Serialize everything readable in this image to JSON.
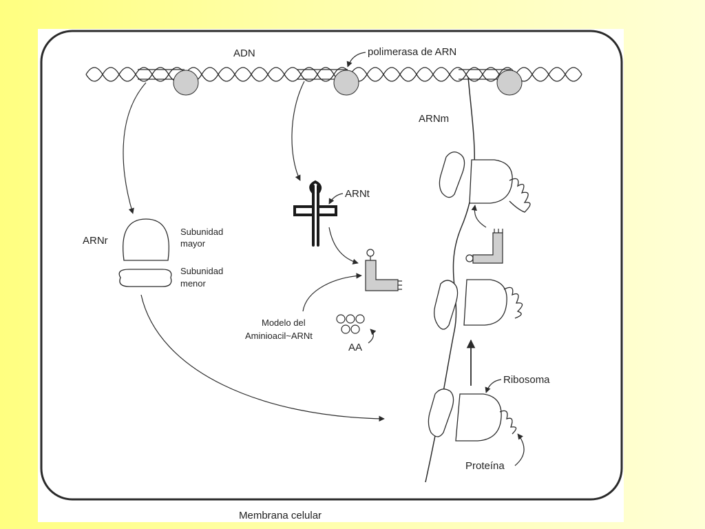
{
  "diagram": {
    "labels": {
      "adn": "ADN",
      "polimerasa": "polimerasa de ARN",
      "arnm": "ARNm",
      "arnt": "ARNt",
      "arnr": "ARNr",
      "subunidad_mayor_l1": "Subunidad",
      "subunidad_mayor_l2": "mayor",
      "subunidad_menor_l1": "Subunidad",
      "subunidad_menor_l2": "menor",
      "modelo_l1": "Modelo del",
      "modelo_l2": "Aminioacil~ARNt",
      "aa": "AA",
      "ribosoma": "Ribosoma",
      "proteina": "Proteína",
      "membrana": "Membrana celular"
    },
    "colors": {
      "stroke": "#2a2a2a",
      "fill_gray": "#cfcfcf",
      "panel": "#ffffff",
      "background_yellow": "#ffff99"
    }
  }
}
